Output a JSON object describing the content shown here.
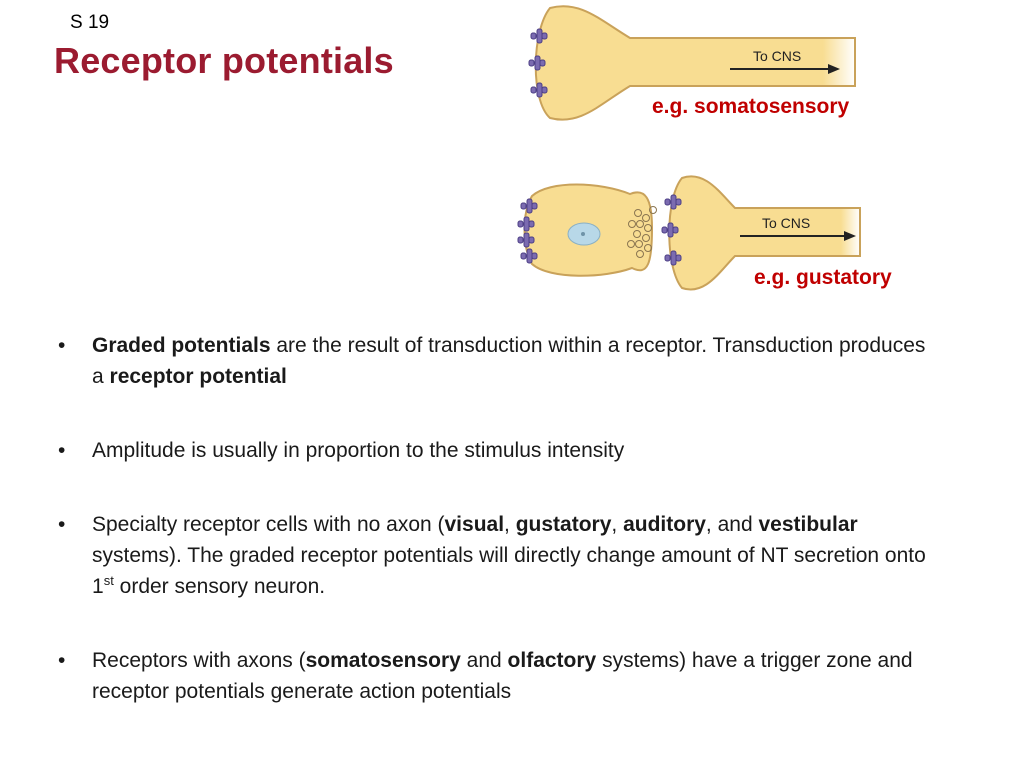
{
  "slide": {
    "number": "S 19",
    "title": "Receptor potentials"
  },
  "figures": {
    "somatosensory": {
      "arrow_label": "To CNS",
      "caption": "e.g. somatosensory"
    },
    "gustatory": {
      "arrow_label": "To CNS",
      "caption": "e.g. gustatory"
    }
  },
  "bullet_glyph": "•",
  "bullets": [
    {
      "segments": [
        {
          "text": "Graded potentials",
          "bold": true
        },
        {
          "text": " are the result of transduction within a receptor. Transduction produces a ",
          "bold": false
        },
        {
          "text": "receptor potential",
          "bold": true
        }
      ]
    },
    {
      "segments": [
        {
          "text": "Amplitude is usually in proportion to the stimulus intensity",
          "bold": false
        }
      ]
    },
    {
      "segments": [
        {
          "text": "Specialty receptor cells with no axon (",
          "bold": false
        },
        {
          "text": "visual",
          "bold": true
        },
        {
          "text": ", ",
          "bold": false
        },
        {
          "text": "gustatory",
          "bold": true
        },
        {
          "text": ", ",
          "bold": false
        },
        {
          "text": "auditory",
          "bold": true
        },
        {
          "text": ", and ",
          "bold": false
        },
        {
          "text": "vestibular",
          "bold": true
        },
        {
          "text": " systems). The graded receptor potentials will directly change amount of NT secretion onto 1",
          "bold": false
        },
        {
          "text": "st",
          "bold": false,
          "sup": true
        },
        {
          "text": " order sensory neuron.",
          "bold": false
        }
      ]
    },
    {
      "segments": [
        {
          "text": "Receptors with axons (",
          "bold": false
        },
        {
          "text": "somatosensory",
          "bold": true
        },
        {
          "text": " and ",
          "bold": false
        },
        {
          "text": "olfactory",
          "bold": true
        },
        {
          "text": " systems) have a trigger zone and receptor potentials generate action potentials",
          "bold": false
        }
      ]
    }
  ],
  "colors": {
    "title": "#9b1b30",
    "caption": "#c00000",
    "neuron_fill": "#f8dd92",
    "neuron_edge": "#c9a25a",
    "receptor_protein": "#7b6bb0"
  }
}
